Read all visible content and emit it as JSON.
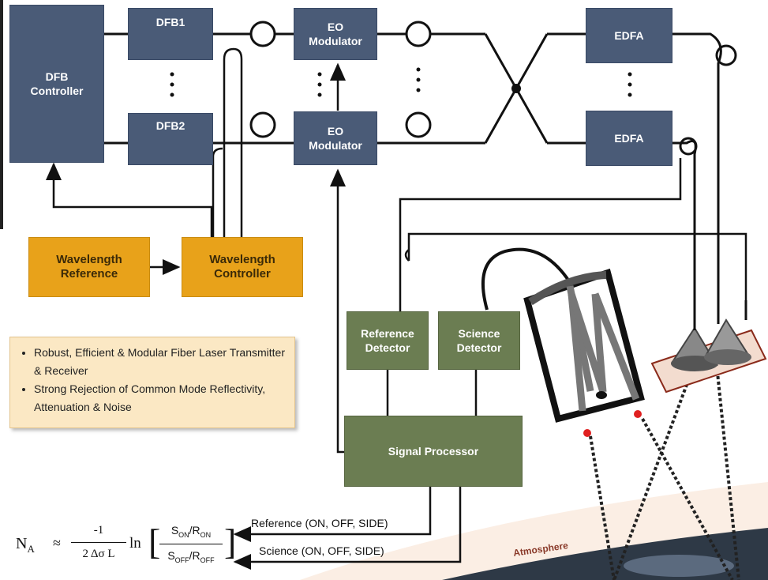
{
  "blocks": {
    "dfb_controller": "DFB Controller",
    "dfb1": "DFB1",
    "dfb2": "DFB2",
    "eo_modulator_1": "EO Modulator",
    "eo_modulator_2": "EO Modulator",
    "edfa_1": "EDFA",
    "edfa_2": "EDFA",
    "wavelength_reference": "Wavelength Reference",
    "wavelength_controller": "Wavelength Controller",
    "reference_detector": "Reference Detector",
    "science_detector": "Science Detector",
    "signal_processor": "Signal Processor"
  },
  "notes": [
    "Robust, Efficient & Modular Fiber Laser Transmitter & Receiver",
    "Strong Rejection of Common Mode Reflectivity, Attenuation & Noise"
  ],
  "outputs": {
    "reference": "Reference (ON, OFF, SIDE)",
    "science": "Science (ON, OFF, SIDE)"
  },
  "formula": {
    "lhs": "N",
    "lhs_sub": "A",
    "approx": "≈",
    "numerator": "-1",
    "denominator": "2 Δσ L",
    "ln": "ln",
    "s_on": "S",
    "s_on_sub": "ON",
    "r_on": "/R",
    "r_on_sub": "ON",
    "s_off": "S",
    "s_off_sub": "OFF",
    "r_off": "/R",
    "r_off_sub": "OFF"
  },
  "atmosphere_label": "Atmosphere",
  "colors": {
    "slate": "#4a5b77",
    "orange": "#e8a21a",
    "green": "#6b7d52",
    "note_bg": "#fbe8c4",
    "laser_dot": "#e02020"
  }
}
